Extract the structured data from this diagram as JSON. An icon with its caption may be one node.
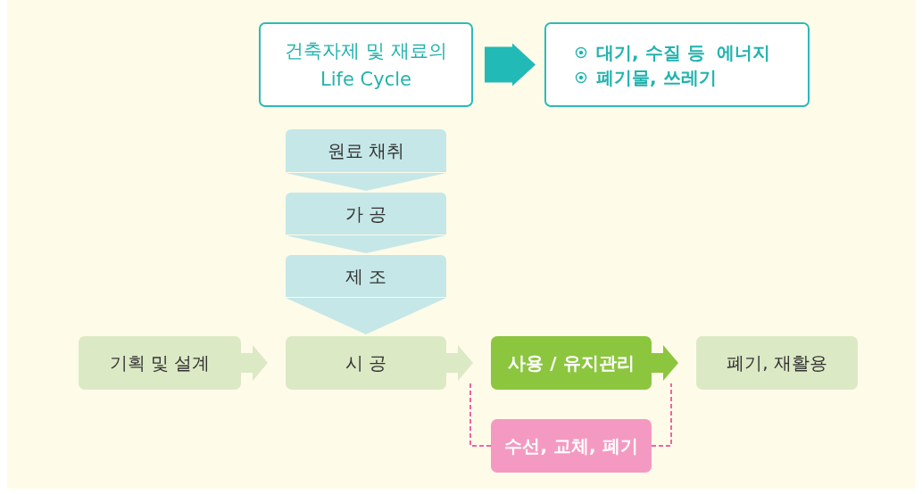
{
  "diagram": {
    "nodes": [
      {
        "text": [
          "건축자제 및 재료의 Life Cycle"
        ]
      },
      {
        "text": [
          "대기, 수질 등  에너지",
          "폐기물, 쓰레기"
        ]
      },
      {
        "text": [
          "원료 채취"
        ]
      },
      {
        "text": [
          "가 공"
        ]
      },
      {
        "text": [
          "제 조"
        ]
      },
      {
        "text": [
          "기획 및 설계"
        ]
      },
      {
        "text": [
          "시 공"
        ]
      },
      {
        "text": [
          "사용 / 유지관리"
        ]
      },
      {
        "text": [
          "폐기, 재활용"
        ]
      },
      {
        "text": [
          "수선, 교체, 폐기"
        ]
      }
    ],
    "edges": [
      {
        "from": 0,
        "to": 1,
        "arrow": "to",
        "style": "thick",
        "color": "#22bab6"
      },
      {
        "from": 2,
        "to": 3,
        "arrow": "to",
        "style": "thick",
        "color": "#c5e7e7"
      },
      {
        "from": 3,
        "to": 4,
        "arrow": "to",
        "style": "thick",
        "color": "#c5e7e7"
      },
      {
        "from": 4,
        "to": 6,
        "arrow": "to",
        "style": "thick",
        "color": "#c5e7e7"
      },
      {
        "from": 5,
        "to": 6,
        "arrow": "to",
        "style": "thick",
        "color": "#dce9c5"
      },
      {
        "from": 6,
        "to": 7,
        "arrow": "to",
        "style": "thick",
        "color": "#dce9c5"
      },
      {
        "from": 7,
        "to": 8,
        "arrow": "to",
        "style": "thick",
        "color": "#8cc63f"
      },
      {
        "from": null,
        "to": 9,
        "arrow": "none",
        "style": "dashed",
        "color": "#e8348c"
      },
      {
        "from": 9,
        "to": null,
        "arrow": "none",
        "style": "dashed",
        "color": "#e8348c"
      }
    ]
  }
}
